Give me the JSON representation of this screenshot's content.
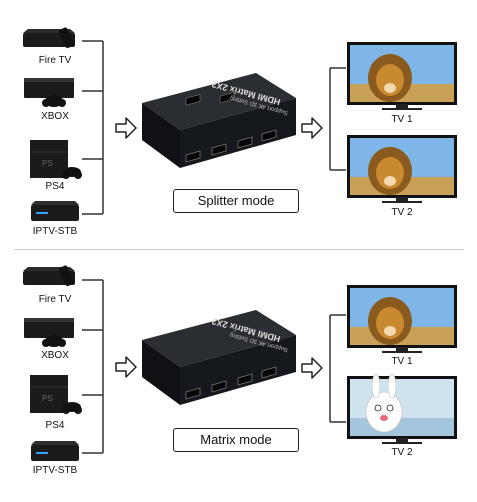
{
  "panels": [
    {
      "sources": [
        "Fire TV",
        "XBOX",
        "PS4",
        "IPTV-STB"
      ],
      "box_text": [
        "HDMI Matrix 2X2",
        "Support 4K 3D Setting"
      ],
      "outputs": [
        "TV 1",
        "TV 2"
      ],
      "mode": "Splitter mode"
    },
    {
      "sources": [
        "Fire TV",
        "XBOX",
        "PS4",
        "IPTV-STB"
      ],
      "box_text": [
        "HDMI Matrix 2X2",
        "Support 4K 3D Setting"
      ],
      "outputs": [
        "TV 1",
        "TV 2"
      ],
      "mode": "Matrix mode"
    }
  ],
  "colors": {
    "device": "#1b1b1b",
    "box": "#111418",
    "screen_sky": "#7fb6e8",
    "lion": "#c9892f",
    "bunny_bg": "#cfe3ef",
    "line": "#333333"
  }
}
